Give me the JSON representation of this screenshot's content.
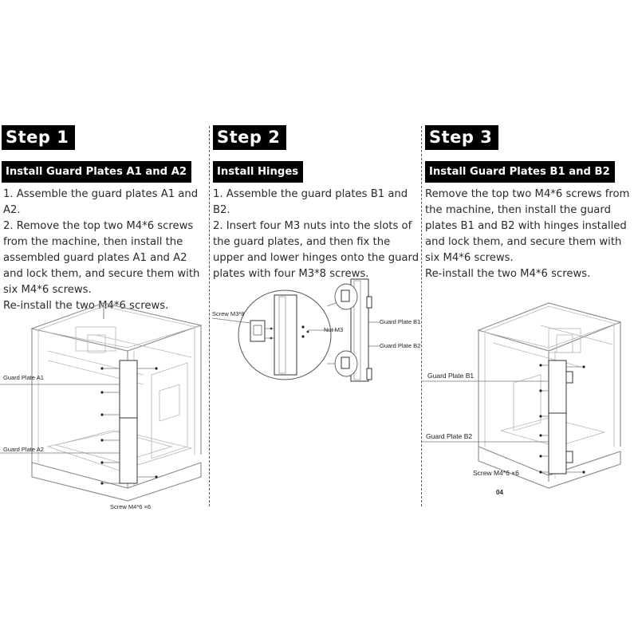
{
  "steps": [
    {
      "step_label": "Step 1",
      "title": "Install Guard Plates A1 and A2",
      "instructions": [
        "1. Assemble the guard plates A1 and A2.",
        "2. Remove the top two M4*6 screws from the machine, then install the assembled guard plates A1 and A2 and lock them, and secure them with six M4*6 screws.",
        "Re-install the two M4*6 screws."
      ],
      "labels": {
        "plate_a1": "Guard Plate A1",
        "plate_a2": "Guard Plate A2",
        "screws": "Screw M4*6 ×6"
      }
    },
    {
      "step_label": "Step 2",
      "title": "Install Hinges",
      "instructions": [
        "1. Assemble the guard plates B1 and B2.",
        "2. Insert four M3 nuts into the slots of the guard plates, and then fix the upper and lower hinges onto the guard plates with four M3*8 screws."
      ],
      "labels": {
        "screw": "Screw M3*8",
        "nut": "Nut M3",
        "plate_b1": "Guard Plate B1",
        "plate_b2": "Guard Plate B2"
      }
    },
    {
      "step_label": "Step 3",
      "title": "Install Guard Plates B1 and B2",
      "instructions": [
        "Remove the top two M4*6 screws from the machine, then install the guard plates B1 and B2 with hinges installed and lock them, and secure them with six M4*6 screws.",
        "Re-install the two M4*6 screws."
      ],
      "labels": {
        "plate_b1": "Guard Plate B1",
        "plate_b2": "Guard Plate B2",
        "screws": "Screw M4*6 ×6",
        "page_number": "04"
      }
    }
  ]
}
